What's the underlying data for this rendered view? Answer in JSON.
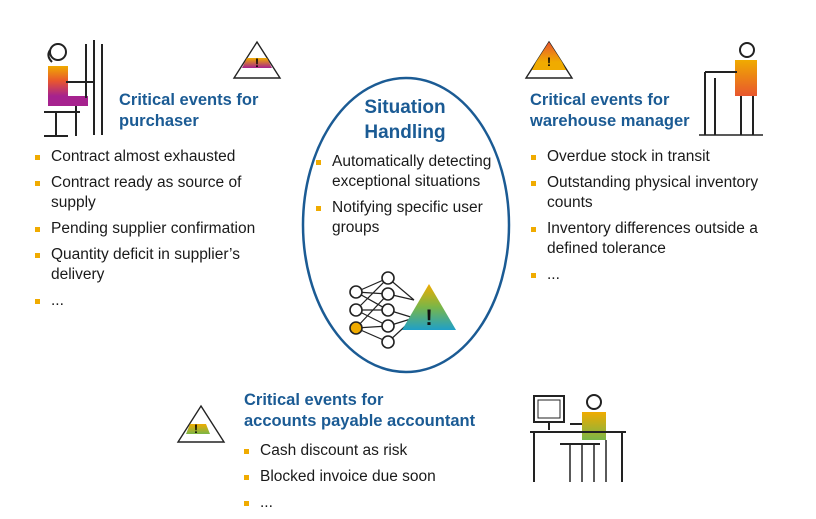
{
  "colors": {
    "heading_blue": "#1b5b94",
    "bullet_orange": "#f0ab00",
    "ellipse_border": "#1b5b94"
  },
  "purchaser": {
    "heading_line1": "Critical events for",
    "heading_line2": "purchaser",
    "items": [
      "Contract almost exhausted",
      "Contract ready as source of supply",
      "Pending supplier confirmation",
      "Quantity deficit in supplier’s delivery",
      "..."
    ],
    "icon": "person-at-desk-icon",
    "warning_icon": "warning-triangle-icon"
  },
  "center": {
    "title_line1": "Situation",
    "title_line2": "Handling",
    "items": [
      "Automatically detecting exceptional situations",
      "Notifying specific user groups"
    ],
    "icon": "neural-network-warning-icon"
  },
  "warehouse": {
    "heading_line1": "Critical events for",
    "heading_line2": "warehouse manager",
    "items": [
      "Overdue stock in transit",
      "Outstanding physical inventory counts",
      "Inventory differences outside a defined tolerance",
      "..."
    ],
    "icon": "person-standing-at-counter-icon",
    "warning_icon": "warning-triangle-icon"
  },
  "accountant": {
    "heading_line1": "Critical events for",
    "heading_line2": "accounts payable accountant",
    "items": [
      "Cash discount as risk",
      "Blocked invoice due soon",
      "..."
    ],
    "icon": "person-at-computer-icon",
    "warning_icon": "warning-triangle-icon"
  }
}
